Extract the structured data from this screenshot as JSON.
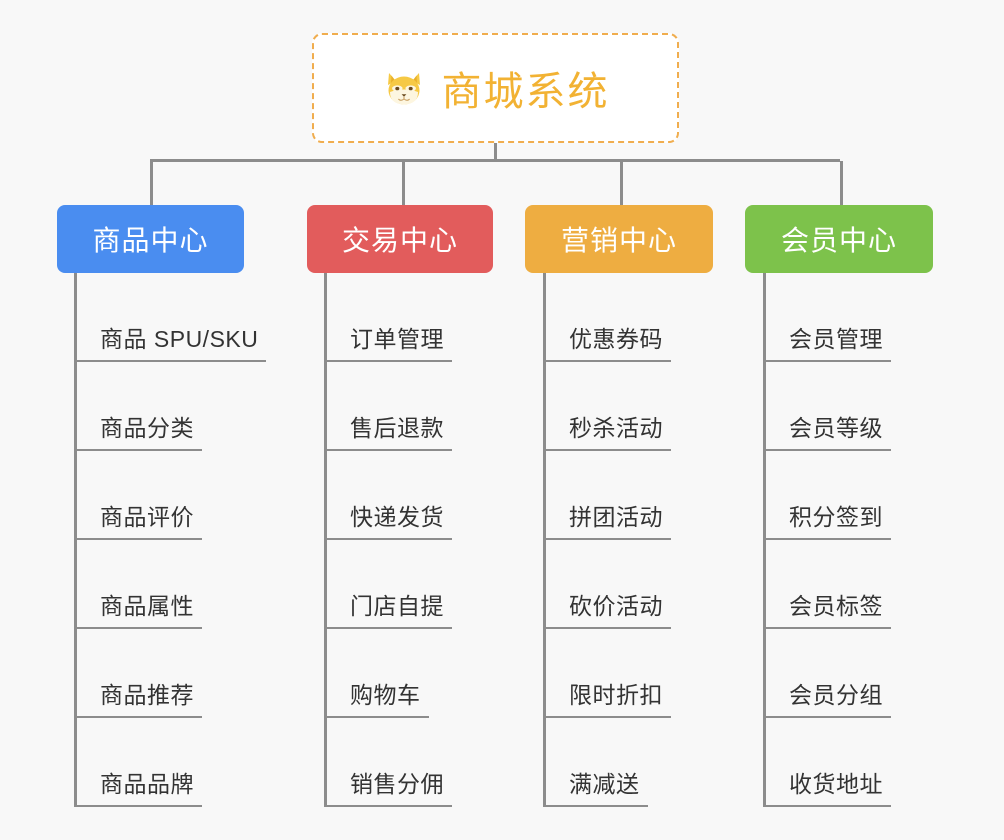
{
  "canvas": {
    "background": "#f8f8f8",
    "connector_color": "#8c8c8c"
  },
  "root": {
    "title": "商城系统",
    "icon": "shiba-inu-dog-emoji",
    "border_color": "#f0ad4e",
    "text_color": "#f2b233",
    "background": "#ffffff"
  },
  "branches": [
    {
      "label": "商品中心",
      "color": "#4a8df0",
      "items": [
        "商品 SPU/SKU",
        "商品分类",
        "商品评价",
        "商品属性",
        "商品推荐",
        "商品品牌"
      ]
    },
    {
      "label": "交易中心",
      "color": "#e25c5c",
      "items": [
        "订单管理",
        "售后退款",
        "快递发货",
        "门店自提",
        "购物车",
        "销售分佣"
      ]
    },
    {
      "label": "营销中心",
      "color": "#eead41",
      "items": [
        "优惠券码",
        "秒杀活动",
        "拼团活动",
        "砍价活动",
        "限时折扣",
        "满减送"
      ]
    },
    {
      "label": "会员中心",
      "color": "#7dc24b",
      "items": [
        "会员管理",
        "会员等级",
        "积分签到",
        "会员标签",
        "会员分组",
        "收货地址"
      ]
    }
  ]
}
